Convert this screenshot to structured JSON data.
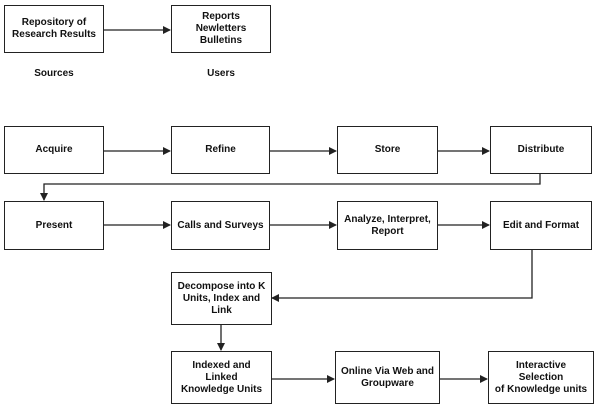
{
  "legend": {
    "source_box": "Repository of\nResearch Results",
    "user_box": "Reports\nNewletters\nBulletins",
    "sources_caption": "Sources",
    "users_caption": "Users"
  },
  "row1": {
    "acquire": "Acquire",
    "refine": "Refine",
    "store": "Store",
    "distribute": "Distribute"
  },
  "row2": {
    "present": "Present",
    "calls": "Calls and Surveys",
    "analyze": "Analyze, Interpret,\nReport",
    "edit": "Edit and Format"
  },
  "row3": {
    "decompose": "Decompose into K\nUnits, Index and\nLink"
  },
  "row4": {
    "indexed": "Indexed and Linked\nKnowledge Units",
    "online": "Online Via Web and\nGroupware",
    "interactive": "Interactive Selection\nof Knowledge units"
  }
}
